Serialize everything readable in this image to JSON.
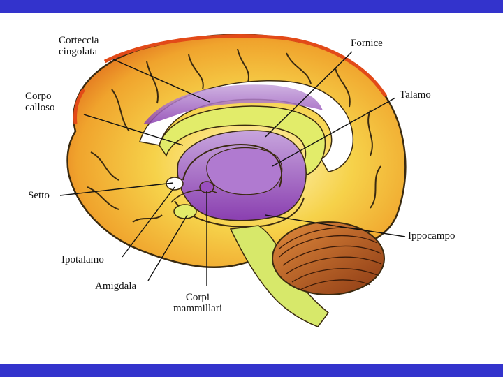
{
  "colors": {
    "frame_bar": "#3333cc",
    "cortex": "#f2c23a",
    "cortex_edge": "#e55a1a",
    "limbic": "#9a4fbf",
    "corpus": "#e2ec6a",
    "cerebellum": "#b8582a",
    "brainstem": "#d7e86a"
  },
  "labels": {
    "corteccia_cingolata_1": "Corteccia",
    "corteccia_cingolata_2": "cingolata",
    "corpo_calloso_1": "Corpo",
    "corpo_calloso_2": "calloso",
    "setto": "Setto",
    "ipotalamo": "Ipotalamo",
    "amigdala": "Amigdala",
    "corpi_mammillari_1": "Corpi",
    "corpi_mammillari_2": "mammillari",
    "ippocampo": "Ippocampo",
    "talamo": "Talamo",
    "fornice": "Fornice"
  }
}
